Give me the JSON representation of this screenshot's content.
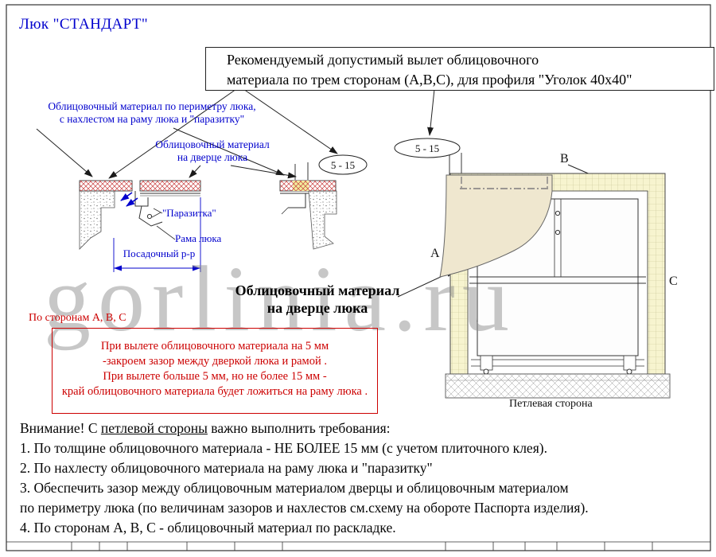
{
  "page": {
    "title": "Люк \"СТАНДАРТ\"",
    "watermark": "gorlinia.ru"
  },
  "colors": {
    "annotation_blue": "#0000cd",
    "warning_red": "#cc0000",
    "tile_yellow": "#f7f4cf",
    "facing_beige": "#efe7cf"
  },
  "recommendation_box": {
    "line1": "Рекомендуемый допустимый вылет облицовочного",
    "line2": "материала по трем сторонам (А,В,С), для профиля \"Уголок 40х40\""
  },
  "callouts": {
    "perimeter_line1": "Облицовочный материал по периметру люка,",
    "perimeter_line2": "с нахлестом на раму люка и \"паразитку\"",
    "door_small_line1": "Облицовочный материал",
    "door_small_line2": "на дверце люка",
    "parasitka": "\"Паразитка\"",
    "frame": "Рама люка",
    "seat_dimension": "Посадочный р-р",
    "dim_left": "5 - 15",
    "dim_right": "5 - 15",
    "side_a": "А",
    "side_b": "В",
    "side_c": "С",
    "door_big_line1": "Облицовочный материал",
    "door_big_line2": "на дверце люка",
    "hinge_side": "Петлевая сторона"
  },
  "red_note": {
    "title": "По сторонам А, В, С",
    "line1": "При вылете облицовочного материала на 5 мм",
    "line2": "-закроем зазор между дверкой люка и рамой .",
    "line3": "При вылете больше 5 мм, но не более 15 мм -",
    "line4": "край облицовочного материала будет ложиться на раму люка ."
  },
  "notes": {
    "intro_prefix": "Внимание! С ",
    "intro_underlined": "петлевой стороны",
    "intro_suffix": " важно выполнить требования:",
    "item1": "1. По толщине облицовочного материала - НЕ БОЛЕЕ 15 мм (с учетом плиточного клея).",
    "item2": "2. По нахлесту облицовочного материала на раму люка и \"паразитку\"",
    "item3_line1": "3. Обеспечить зазор между облицовочным материалом дверцы и облицовочным материалом",
    "item3_line2": " по периметру люка (по величинам зазоров и нахлестов см.схему на обороте Паспорта изделия).",
    "item4": "4. По сторонам А, В, С - облицовочный материал по раскладке."
  }
}
